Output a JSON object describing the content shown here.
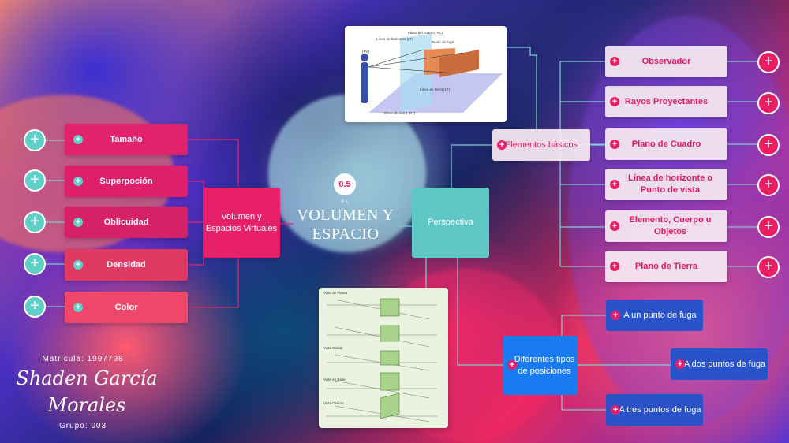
{
  "center": {
    "badge": "0.5",
    "prefix": "EL",
    "title_line1": "VOLUMEN Y",
    "title_line2": "ESPACIO"
  },
  "left_branch": {
    "main": "Volumen y Espacios Virtuales",
    "items": [
      "Tamaño",
      "Superpoción",
      "Oblicuidad",
      "Densidad",
      "Color"
    ]
  },
  "right_branch": {
    "main": "Perspectiva",
    "elementos": {
      "label": "Elementos básicos",
      "items": [
        "Observador",
        "Rayos Proyectantes",
        "Plano de Cuadro",
        "Línea de horizonte o Punto de vista",
        "Elemento, Cuerpo u Objetos",
        "Plano de Tierra"
      ]
    },
    "tipos": {
      "label": "Diferentes tipos de posiciones",
      "items": [
        "A un punto de fuga",
        "A dos puntos de fuga",
        "A tres puntos de fuga"
      ]
    }
  },
  "image_top": {
    "labels": [
      "Plano del cuadro (PC)",
      "Línea de horizonte (LT)",
      "Punto de fuga",
      "Línea de tierra (LT)",
      "Plano de tierra (PT)",
      "(PV)"
    ]
  },
  "image_bottom": {
    "labels": [
      "Vista de Planta",
      "Vista Global",
      "Vista en Base",
      "Vista Oscura"
    ]
  },
  "author": {
    "matricula": "Matricula: 1997798",
    "name_line1": "Shaden García",
    "name_line2": "Morales",
    "grupo": "Grupo: 003"
  },
  "colors": {
    "pink": "#e8206a",
    "light": "#f6eaf2",
    "teal": "#5fc7c5",
    "blue": "#2a52c9",
    "line_left": "#e8206a",
    "line_right": "#7ccfd0"
  }
}
